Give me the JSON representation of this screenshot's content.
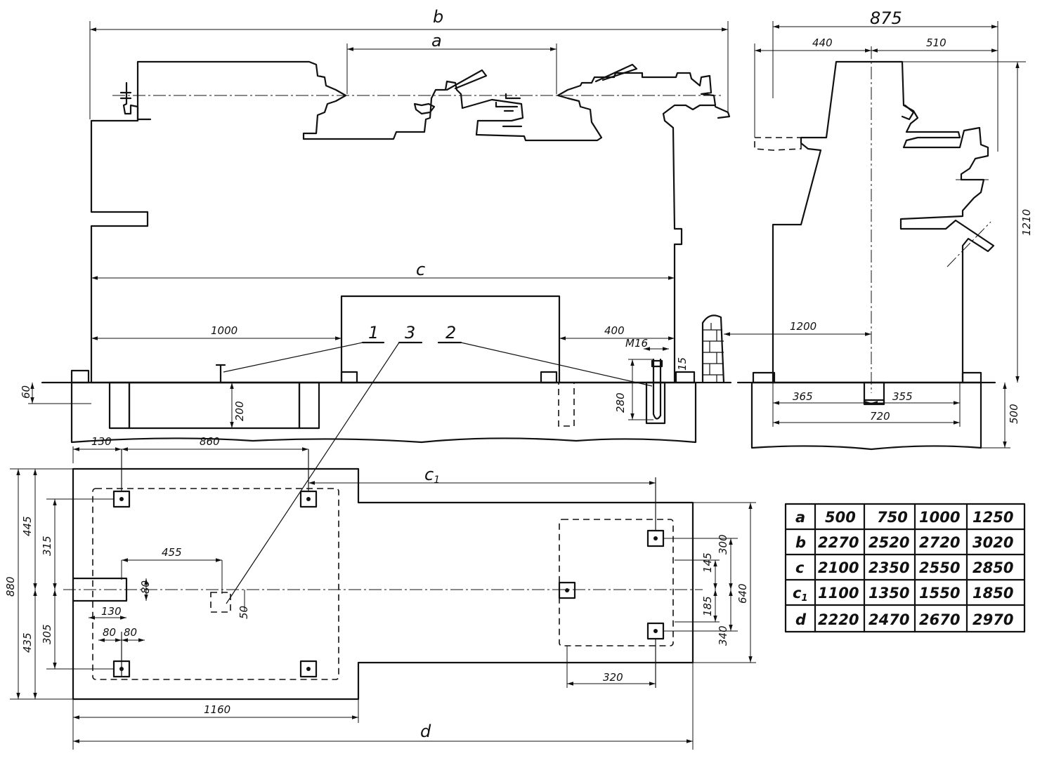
{
  "front_view": {
    "dims": {
      "b": "b",
      "a": "a",
      "c": "c",
      "d1000": "1000",
      "d400": "400",
      "m16": "M16",
      "d15": "15",
      "d60": "60",
      "d200": "200",
      "d280": "280",
      "d1200": "1200"
    },
    "callouts": [
      "1",
      "3",
      "2"
    ]
  },
  "side_view": {
    "dims": {
      "d875": "875",
      "d440": "440",
      "d510": "510",
      "d1210": "1210",
      "d365": "365",
      "d355": "355",
      "d720": "720",
      "d500": "500"
    }
  },
  "plan_view": {
    "dims": {
      "d130": "130",
      "d860": "860",
      "c1": "c",
      "c1_sub": "1",
      "d455": "455",
      "d80": "80",
      "d50": "50",
      "d130b": "130",
      "d80a": "80",
      "d80b": "80",
      "d880": "880",
      "d445": "445",
      "d435": "435",
      "d315": "315",
      "d305": "305",
      "d300": "300",
      "d145": "145",
      "d185": "185",
      "d340": "340",
      "d640": "640",
      "d320": "320",
      "d1160": "1160",
      "d": "d"
    }
  },
  "table": {
    "rows": [
      {
        "label": "a",
        "values": [
          "500",
          "750",
          "1000",
          "1250"
        ]
      },
      {
        "label": "b",
        "values": [
          "2270",
          "2520",
          "2720",
          "3020"
        ]
      },
      {
        "label": "c",
        "values": [
          "2100",
          "2350",
          "2550",
          "2850"
        ]
      },
      {
        "label": "c",
        "label_sub": "1",
        "values": [
          "1100",
          "1350",
          "1550",
          "1850"
        ]
      },
      {
        "label": "d",
        "values": [
          "2220",
          "2470",
          "2670",
          "2970"
        ]
      }
    ]
  }
}
